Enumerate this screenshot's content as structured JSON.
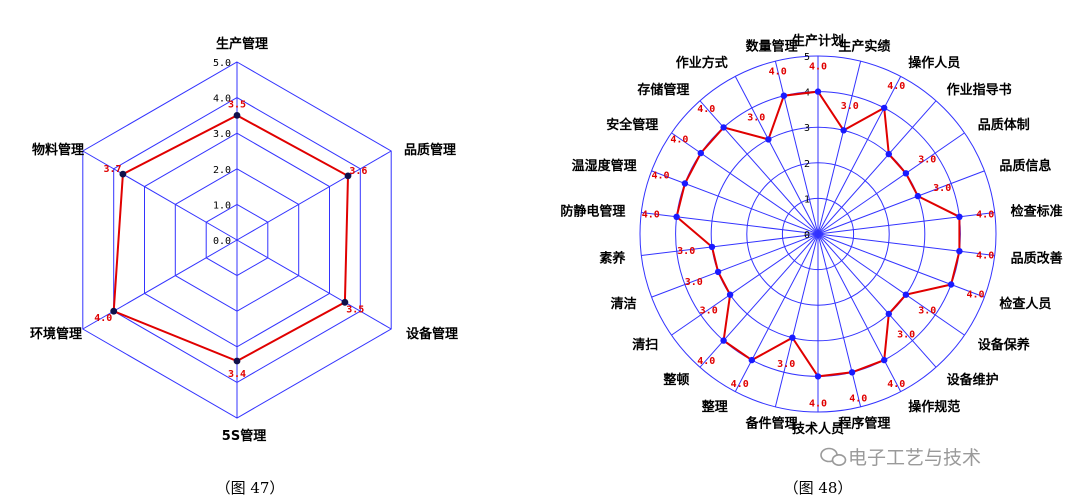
{
  "chart_data": [
    {
      "type": "radar",
      "caption": "（图 47）",
      "axes": [
        "生产管理",
        "品质管理",
        "设备管理",
        "5S管理",
        "环境管理",
        "物料管理"
      ],
      "values": [
        3.5,
        3.6,
        3.5,
        3.4,
        4.0,
        3.7
      ],
      "value_labels": [
        "3.5",
        "3.6",
        "3.5",
        "3.4",
        "4.0",
        "3.7"
      ],
      "rlim": [
        0,
        5
      ],
      "ticks": [
        "0.0",
        "1.0",
        "2.0",
        "3.0",
        "4.0",
        "5.0"
      ],
      "grid": true,
      "colors": {
        "grid": "#3333ff",
        "series": "#e00000",
        "marker": "#10104a"
      }
    },
    {
      "type": "radar",
      "caption": "（图 48）",
      "axes": [
        "生产计划",
        "生产实绩",
        "操作人员",
        "作业指导书",
        "品质体制",
        "品质信息",
        "检查标准",
        "品质改善",
        "检查人员",
        "设备保养",
        "设备维护",
        "操作规范",
        "程序管理",
        "技术人员",
        "备件管理",
        "整理",
        "整顿",
        "清扫",
        "清洁",
        "素养",
        "防静电管理",
        "温湿度管理",
        "安全管理",
        "存储管理",
        "作业方式",
        "数量管理"
      ],
      "values": [
        4,
        3,
        4,
        3,
        3,
        3,
        4,
        4,
        4,
        3,
        3,
        4,
        4,
        4,
        3,
        4,
        4,
        3,
        3,
        3,
        4,
        4,
        4,
        4,
        3,
        4
      ],
      "value_labels": [
        "4.0",
        "3.0",
        "4.0",
        "",
        "3.0",
        "3.0",
        "4.0",
        "4.0",
        "4.0",
        "3.0",
        "3.0",
        "4.0",
        "4.0",
        "4.0",
        "3.0",
        "4.0",
        "4.0",
        "3.0",
        "3.0",
        "3.0",
        "4.0",
        "4.0",
        "4.0",
        "4.0",
        "3.0",
        "4.0"
      ],
      "rlim": [
        0,
        5
      ],
      "ticks": [
        "0",
        "1",
        "2",
        "3",
        "4",
        "5"
      ],
      "grid": true,
      "colors": {
        "grid": "#3333ff",
        "series": "#e00000",
        "marker": "#1a1aff"
      }
    }
  ],
  "watermark": {
    "icon": "wechat-icon",
    "text": "电子工艺与技术"
  }
}
